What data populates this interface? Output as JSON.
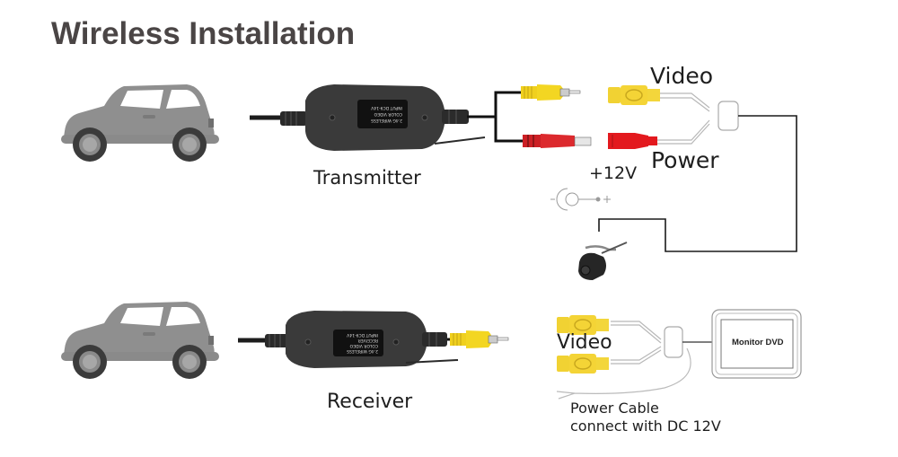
{
  "title": "Wireless Installation",
  "labels": {
    "transmitter": "Transmitter",
    "receiver": "Receiver",
    "video_top": "Video",
    "power": "Power",
    "voltage": "+12V",
    "video_bottom": "Video",
    "power_cable_line1": "Power Cable",
    "power_cable_line2": "connect with DC 12V",
    "monitor": "Monitor DVD"
  },
  "device_label_text": {
    "transmitter": [
      "2.4G WIRELESS",
      "COLOR VIDEO",
      "INPUT DC9-14V"
    ],
    "receiver": [
      "2.4G WIRELESS",
      "COLOR VIDEO",
      "RECEIVER",
      "INPUT DC9-14V"
    ]
  },
  "colors": {
    "title": "#4a4545",
    "car_body": "#8c8c8c",
    "device": "#3a3a3a",
    "rca_yellow": "#f2d21a",
    "power_red": "#d8262a",
    "wire": "#222222"
  }
}
